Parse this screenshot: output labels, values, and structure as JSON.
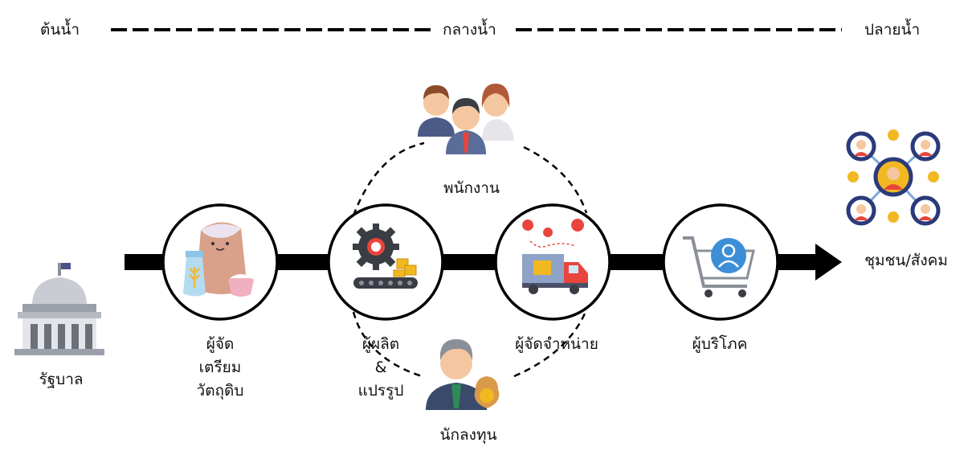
{
  "header": {
    "upstream": "ต้นน้ำ",
    "midstream": "กลางน้ำ",
    "downstream": "ปลายน้ำ"
  },
  "stages": {
    "government": "รัฐบาล",
    "raw_material": [
      "ผู้จัด",
      "เตรียม",
      "วัตถุดิบ"
    ],
    "manufacturer": [
      "ผู้ผลิต",
      "&",
      "แปรรูป"
    ],
    "distributor": "ผู้จัดจำหน่าย",
    "consumer": "ผู้บริโภค",
    "community": "ชุมชน/สังคม"
  },
  "support": {
    "employees": "พนักงาน",
    "investors": "นักลงทุน"
  },
  "colors": {
    "arrow": "#000000",
    "accent_red": "#e8453c",
    "accent_blue": "#3c8fd6",
    "accent_yellow": "#f2b822"
  }
}
